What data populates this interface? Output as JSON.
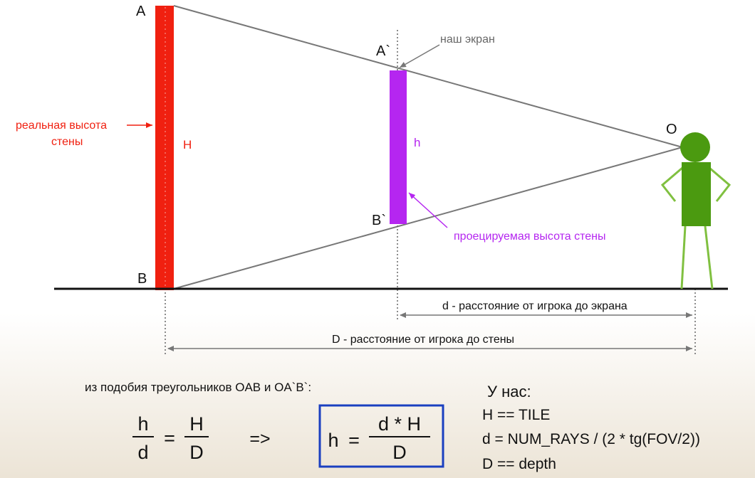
{
  "labels": {
    "point_A": "A",
    "point_B": "B",
    "point_A_prime": "A`",
    "point_B_prime": "B`",
    "point_O": "O",
    "wall_H": "H",
    "screen_h": "h",
    "our_screen": "наш экран",
    "real_height_line1": "реальная высота",
    "real_height_line2": "стены",
    "projected_height": "проецируемая высота стены",
    "dist_screen": "d - расстояние от игрока до экрана",
    "dist_wall": "D - расстояние от игрока до стены"
  },
  "formulas": {
    "similarity_caption": "из подобия треугольников OAB и OA`B`:",
    "ratio_left_num": "h",
    "ratio_left_den": "d",
    "equals": "=",
    "ratio_right_num": "H",
    "ratio_right_den": "D",
    "implies": "=>",
    "boxed_lhs": "h",
    "boxed_eq": "=",
    "boxed_num": "d * H",
    "boxed_den": "D"
  },
  "defs": {
    "title": "У нас:",
    "line1": "H == TILE",
    "line2": "d = NUM_RAYS / (2 * tg(FOV/2))",
    "line3": "D == depth"
  },
  "colors": {
    "wall": "#f02010",
    "screen": "#b526f0",
    "player": "#4b9a10",
    "player_limbs": "#80c040",
    "formula_box": "#1a3fc0",
    "lines": "#777777",
    "ground": "#111111"
  }
}
